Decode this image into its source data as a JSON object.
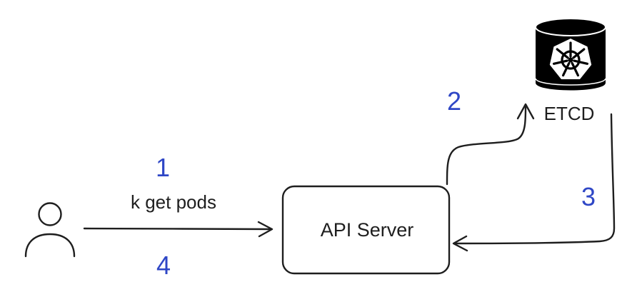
{
  "nodes": {
    "api_server": {
      "label": "API Server"
    },
    "etcd": {
      "label": "ETCD"
    }
  },
  "edges": {
    "request": {
      "label": "k get pods"
    }
  },
  "steps": [
    "1",
    "2",
    "3",
    "4"
  ],
  "icons": {
    "user": "user-icon",
    "etcd": "kubernetes-database-icon"
  },
  "colors": {
    "stroke": "#1e1e1e",
    "step_label": "#2f47c6",
    "etcd_icon_fill": "#000000"
  }
}
